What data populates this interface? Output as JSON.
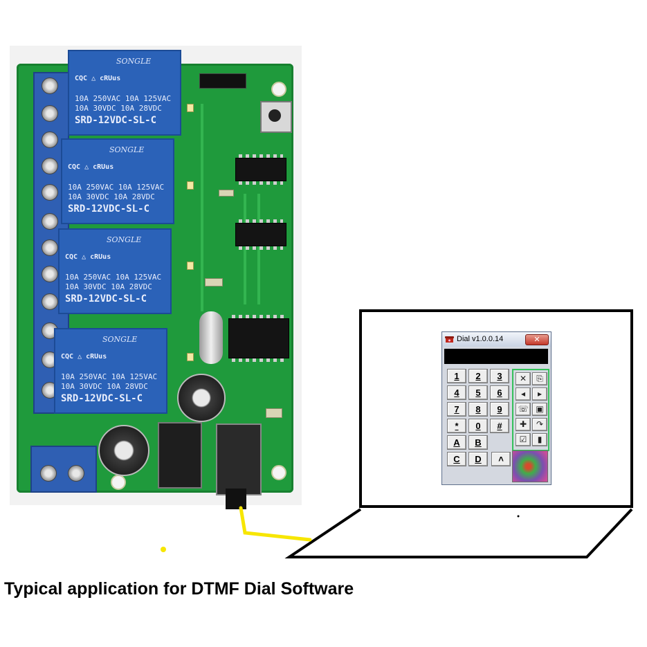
{
  "caption": "Typical application for DTMF Dial Software",
  "board": {
    "relay": {
      "brand": "SONGLE",
      "certs": "CQC △  cRUus",
      "rating_line1": "10A 250VAC  10A 125VAC",
      "rating_line2": "10A  30VDC  10A  28VDC",
      "model": "SRD-12VDC-SL-C"
    },
    "colors": {
      "pcb": "#1f9a3c",
      "relay": "#2b62b8",
      "terminal": "#2f5fb3"
    }
  },
  "dial_app": {
    "title": "Dial v1.0.0.14",
    "close_label": "✕",
    "keypad": [
      [
        "1",
        "2",
        "3"
      ],
      [
        "4",
        "5",
        "6"
      ],
      [
        "7",
        "8",
        "9"
      ],
      [
        "*",
        "0",
        "#"
      ],
      [
        "A",
        "B",
        ""
      ],
      [
        "C",
        "D",
        ""
      ]
    ],
    "up_label": "˄",
    "tools": [
      {
        "icon": "clear-icon",
        "glyph": "✕"
      },
      {
        "icon": "paste-icon",
        "glyph": "⎘"
      },
      {
        "icon": "prev-icon",
        "glyph": "◂"
      },
      {
        "icon": "next-icon",
        "glyph": "▸"
      },
      {
        "icon": "phone-icon",
        "glyph": "☏"
      },
      {
        "icon": "camera-icon",
        "glyph": "▣"
      },
      {
        "icon": "add-icon",
        "glyph": "✚"
      },
      {
        "icon": "redo-icon",
        "glyph": "↷"
      },
      {
        "icon": "check-icon",
        "glyph": "☑"
      },
      {
        "icon": "battery-icon",
        "glyph": "▮"
      }
    ]
  }
}
